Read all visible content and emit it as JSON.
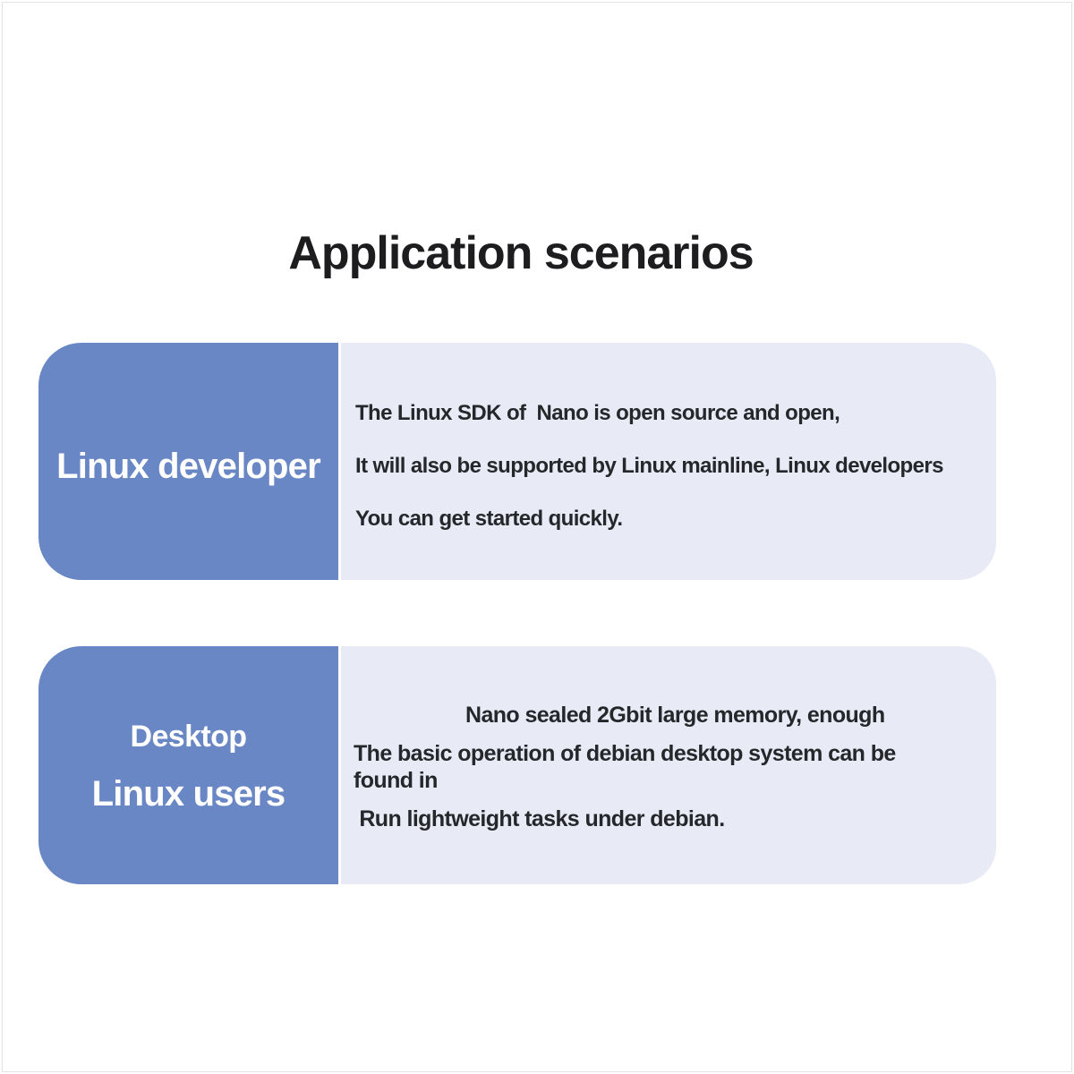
{
  "page": {
    "title": "Application scenarios"
  },
  "colors": {
    "accent_blue": "#6986c5",
    "panel_light": "#e8ebf5",
    "title_text": "#1d1d1f",
    "body_text": "#26272a",
    "panel_title_text": "#ffffff",
    "frame_line": "#e3e3e3"
  },
  "cards": [
    {
      "label": "Linux developer",
      "body": [
        "The Linux SDK of  Nano is open source and open,",
        "It will also be supported by Linux mainline, Linux developers",
        "You can get started quickly."
      ]
    },
    {
      "label_top": "Desktop",
      "label_bottom": "Linux users",
      "body": [
        "Nano sealed 2Gbit large memory, enough",
        "The basic operation of debian desktop system can be\nfound in",
        " Run lightweight tasks under debian."
      ]
    }
  ]
}
